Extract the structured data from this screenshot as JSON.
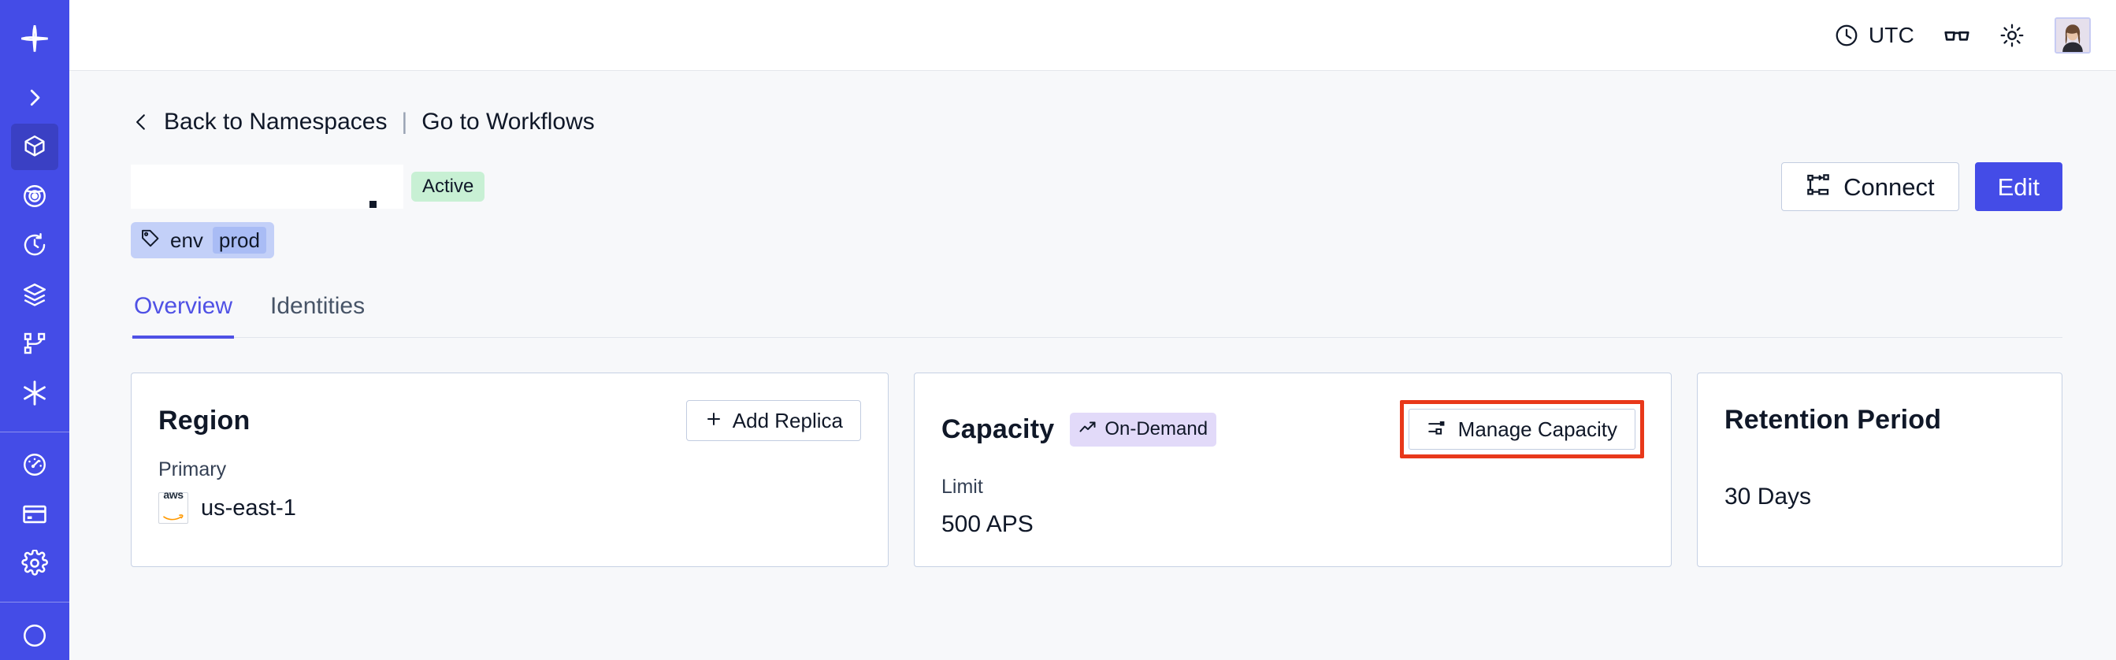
{
  "app": {
    "accent_color": "#444ce7",
    "sidebar_bg": "#444ce7",
    "sidebar_active_bg": "#3a40c4",
    "page_bg": "#f7f8fa",
    "highlight_color": "#e8381a"
  },
  "sidebar": {
    "items": [
      {
        "name": "temporal-logo-icon",
        "label": "Temporal"
      },
      {
        "name": "expand-chevron-icon",
        "label": "Expand"
      },
      {
        "name": "namespaces-cube-icon",
        "label": "Namespaces",
        "active": true
      },
      {
        "name": "observability-eye-icon",
        "label": "Observability"
      },
      {
        "name": "schedules-clock-icon",
        "label": "Schedules"
      },
      {
        "name": "batch-layers-icon",
        "label": "Batch Operations"
      },
      {
        "name": "workflows-branch-icon",
        "label": "Workflows"
      },
      {
        "name": "nexus-asterisk-icon",
        "label": "Nexus"
      },
      {
        "name": "usage-gauge-icon",
        "label": "Usage"
      },
      {
        "name": "billing-card-icon",
        "label": "Billing"
      },
      {
        "name": "settings-gear-icon",
        "label": "Settings"
      }
    ]
  },
  "topbar": {
    "timezone_label": "UTC",
    "clock_icon": "clock-icon",
    "glasses_icon": "glasses-icon",
    "theme_icon": "sun-icon",
    "avatar_icon": "user-avatar"
  },
  "breadcrumb": {
    "back_icon": "chevron-left-icon",
    "back_label": "Back to Namespaces",
    "divider": "|",
    "forward_label": "Go to Workflows"
  },
  "header": {
    "title": "",
    "title_redacted": true,
    "status_badge": "Active",
    "connect_label": "Connect",
    "connect_icon": "connect-flow-icon",
    "edit_label": "Edit",
    "tags": [
      {
        "icon": "tag-icon",
        "key": "env",
        "value": "prod"
      }
    ]
  },
  "tabs": [
    {
      "label": "Overview",
      "active": true
    },
    {
      "label": "Identities",
      "active": false
    }
  ],
  "cards": {
    "region": {
      "title": "Region",
      "action_label": "Add Replica",
      "action_icon": "plus-icon",
      "sub_label": "Primary",
      "provider_icon": "aws-logo",
      "value": "us-east-1"
    },
    "capacity": {
      "title": "Capacity",
      "badge_label": "On-Demand",
      "badge_icon": "trending-up-icon",
      "action_label": "Manage Capacity",
      "action_icon": "sliders-icon",
      "action_highlighted": true,
      "sub_label": "Limit",
      "value": "500 APS"
    },
    "retention": {
      "title": "Retention Period",
      "value": "30 Days"
    }
  }
}
